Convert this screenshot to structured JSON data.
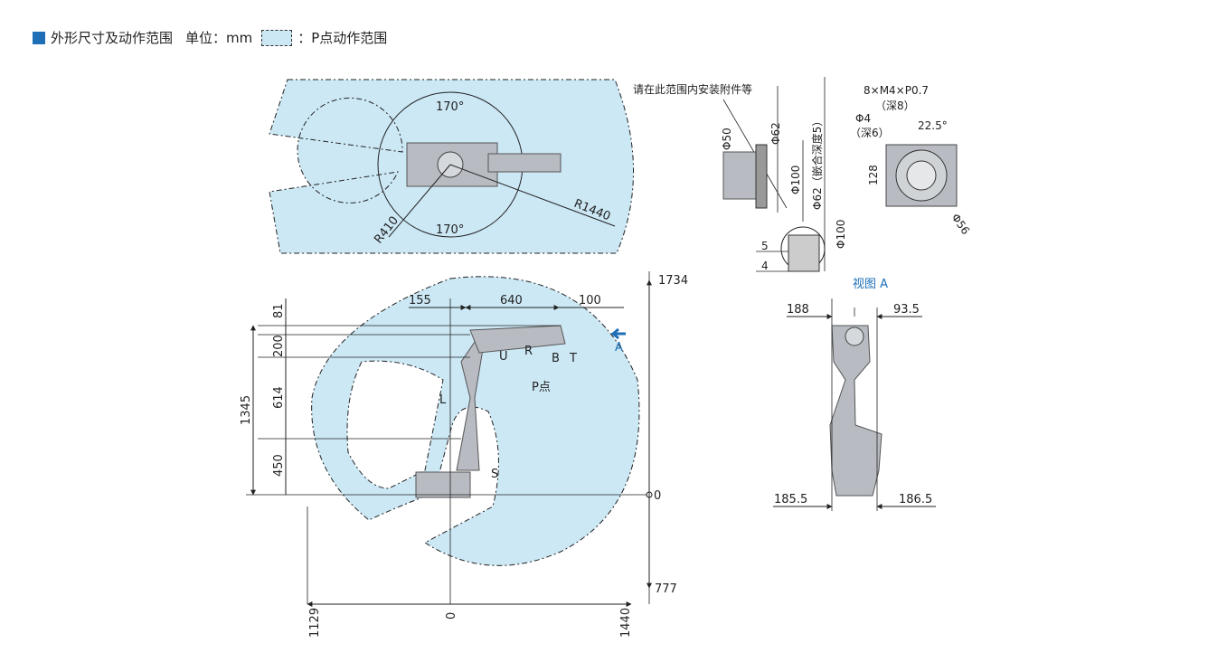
{
  "header": {
    "title": "外形尺寸及动作范围",
    "unit_label": "单位：mm",
    "legend_label": "：P点动作范围"
  },
  "colors": {
    "range_fill": "#cce8f5",
    "accent_blue": "#1e6fb8",
    "robot_gray": "#b8bcc2"
  },
  "top_view": {
    "angle_top": "170°",
    "angle_bottom": "170°",
    "r_inner": "R410",
    "r_outer": "R1440"
  },
  "side_view": {
    "dim_top": "1734",
    "dim_zero": "0",
    "dim_bottom": "777",
    "dim_155": "155",
    "dim_640": "640",
    "dim_100": "100",
    "dim_81": "81",
    "dim_200": "200",
    "dim_614": "614",
    "dim_450": "450",
    "dim_1345": "1345",
    "axis_x_left": "1129",
    "axis_x_zero": "0",
    "axis_x_right": "1440",
    "axis_labels": {
      "U": "U",
      "R": "R",
      "B": "B",
      "T": "T",
      "L": "L",
      "S": "S"
    },
    "p_point": "P点",
    "arrow_label": "A"
  },
  "flange_detail": {
    "note": "请在此范围内安装附件等",
    "phi50": "Φ50",
    "phi62": "Φ62",
    "phi100": "Φ100",
    "phi62_fit": "Φ62（嵌合深度5）",
    "phi100_b": "Φ100",
    "dim5": "5",
    "dim4": "4",
    "screw_spec": "8×M4×P0.7",
    "screw_depth": "（深8）",
    "phi4": "Φ4",
    "phi4_depth": "（深6）",
    "angle": "22.5°",
    "dim128": "128",
    "phi56": "Φ56",
    "view_a": "视图 A"
  },
  "front_view": {
    "dim_188": "188",
    "dim_93_5": "93.5",
    "dim_185_5": "185.5",
    "dim_186_5": "186.5"
  }
}
